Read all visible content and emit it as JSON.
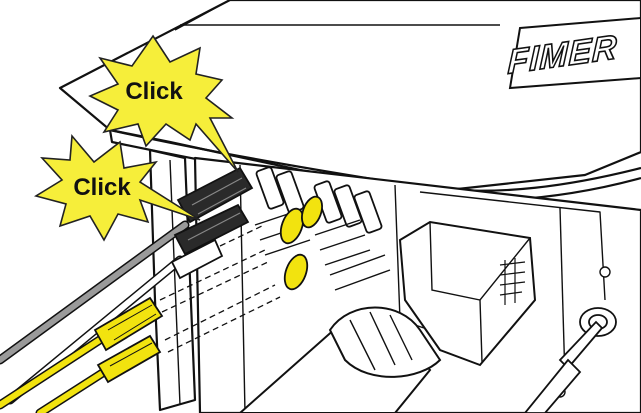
{
  "brand": {
    "name": "FIMER"
  },
  "callouts": [
    {
      "id": "click-top",
      "label": "Click"
    },
    {
      "id": "click-bottom",
      "label": "Click"
    }
  ],
  "colors": {
    "callout_fill": "#f6ee3a",
    "callout_stroke": "#222222",
    "cable_yellow": "#f2e30f",
    "cable_gray": "#9a9a9a",
    "line": "#111111",
    "housing": "#ffffff"
  },
  "icons": [
    "click-burst-icon",
    "connector-plug-icon",
    "cable-gland-icon",
    "cap-plug-icon"
  ]
}
